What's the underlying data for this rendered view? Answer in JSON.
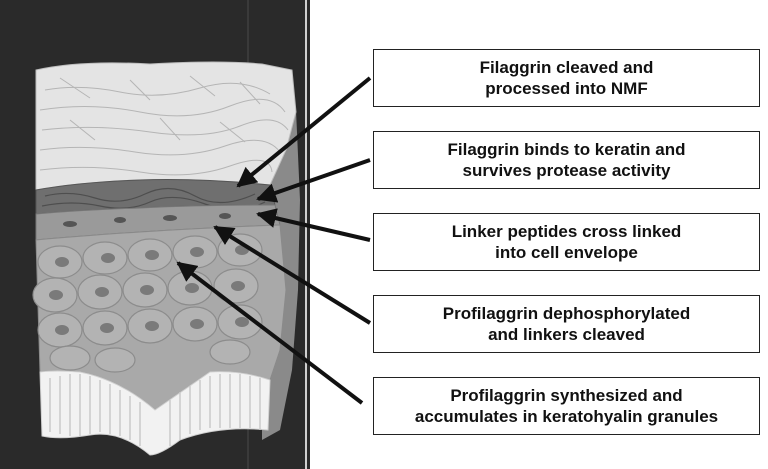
{
  "figure": {
    "labels": [
      {
        "id": "nmf",
        "text": "Filaggrin cleaved and\nprocessed into NMF"
      },
      {
        "id": "keratin",
        "text": "Filaggrin binds to keratin and\nsurvives protease activity"
      },
      {
        "id": "linker-crosslink",
        "text": "Linker peptides cross linked\ninto cell envelope"
      },
      {
        "id": "dephosphorylated",
        "text": "Profilaggrin dephosphorylated\nand linkers cleaved"
      },
      {
        "id": "synthesized",
        "text": "Profilaggrin synthesized and\naccumulates in keratohyalin granules"
      }
    ]
  }
}
